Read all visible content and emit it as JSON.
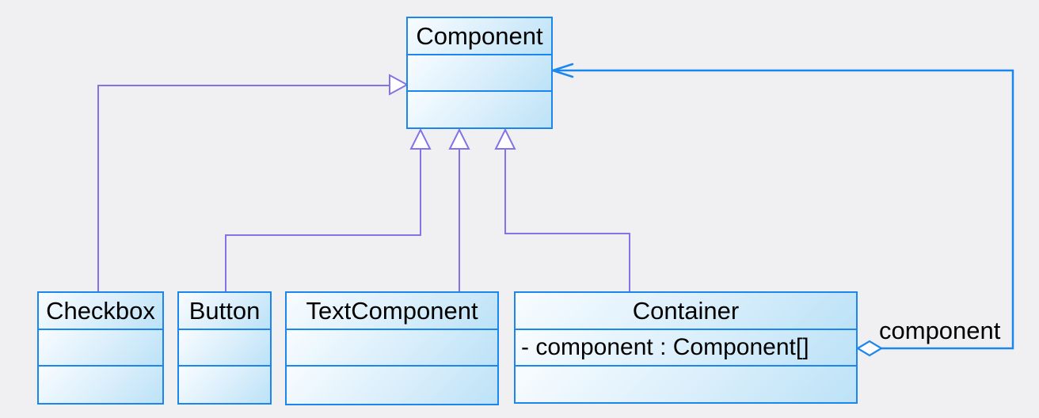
{
  "diagram": {
    "classes": [
      {
        "name": "Component",
        "attributes": []
      },
      {
        "name": "Checkbox",
        "attributes": []
      },
      {
        "name": "Button",
        "attributes": []
      },
      {
        "name": "TextComponent",
        "attributes": []
      },
      {
        "name": "Container",
        "attributes": [
          "- component : Component[]"
        ]
      }
    ],
    "relationships": {
      "generalizations": [
        "Checkbox -> Component",
        "Button -> Component",
        "TextComponent -> Component",
        "Container -> Component"
      ],
      "association": {
        "label": "component",
        "from": "Container",
        "to": "Component",
        "kind": "aggregation"
      }
    }
  },
  "colors": {
    "background": "#f0f0f2",
    "box_border": "#1b87ee",
    "box_fill_light": "#f8fcff",
    "box_fill_dark": "#bce2f7",
    "inheritance_line": "#8274e8",
    "association_line": "#1b87ee",
    "text_color": "#000000"
  }
}
